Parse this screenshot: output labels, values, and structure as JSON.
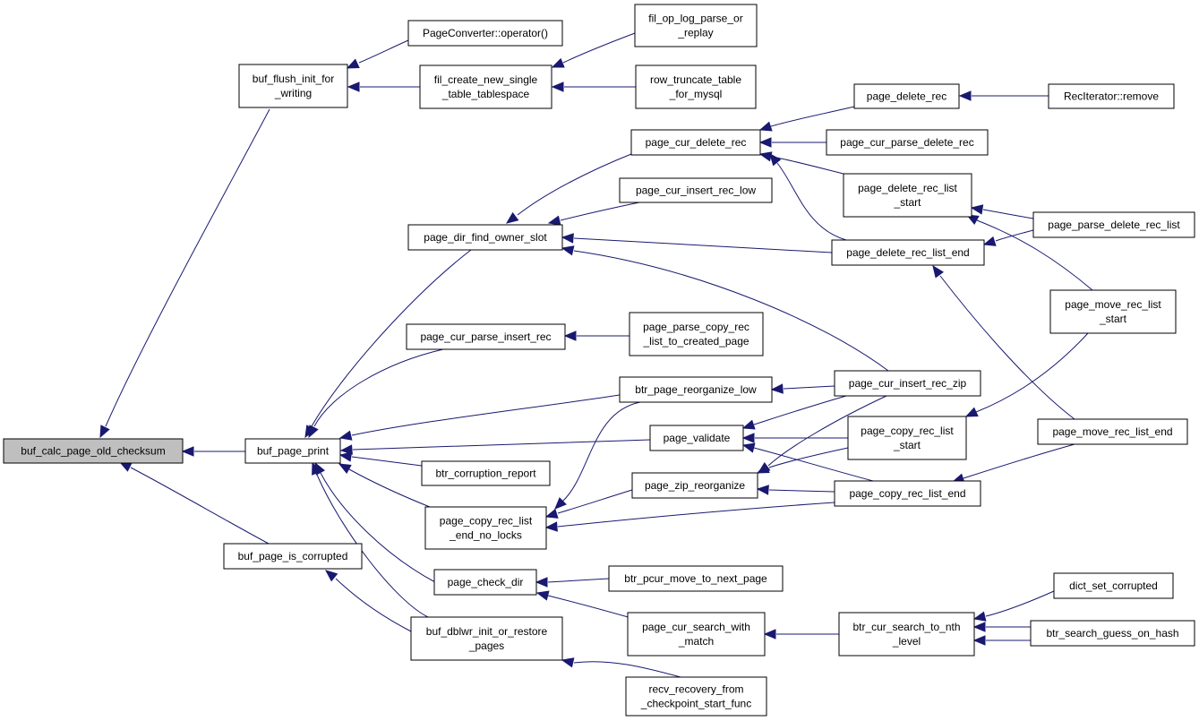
{
  "title": "",
  "colors": {
    "edge": "#191970",
    "root_fill": "#bfbfbf",
    "node_fill": "#ffffff",
    "node_border": "#000000"
  },
  "nodes": [
    {
      "id": "root",
      "lines": [
        "buf_calc_page_old_checksum"
      ]
    },
    {
      "id": "flush_init",
      "lines": [
        "buf_flush_init_for",
        "_writing"
      ]
    },
    {
      "id": "page_print",
      "lines": [
        "buf_page_print"
      ]
    },
    {
      "id": "is_corrupted",
      "lines": [
        "buf_page_is_corrupted"
      ]
    },
    {
      "id": "page_converter",
      "lines": [
        "PageConverter::operator()"
      ]
    },
    {
      "id": "fil_create",
      "lines": [
        "fil_create_new_single",
        "_table_tablespace"
      ]
    },
    {
      "id": "fil_op_log",
      "lines": [
        "fil_op_log_parse_or",
        "_replay"
      ]
    },
    {
      "id": "row_truncate",
      "lines": [
        "row_truncate_table",
        "_for_mysql"
      ]
    },
    {
      "id": "dir_find_owner",
      "lines": [
        "page_dir_find_owner_slot"
      ]
    },
    {
      "id": "cur_delete_rec",
      "lines": [
        "page_cur_delete_rec"
      ]
    },
    {
      "id": "cur_insert_low",
      "lines": [
        "page_cur_insert_rec_low"
      ]
    },
    {
      "id": "page_delete_rec",
      "lines": [
        "page_delete_rec"
      ]
    },
    {
      "id": "rec_iter_remove",
      "lines": [
        "RecIterator::remove"
      ]
    },
    {
      "id": "cur_parse_delete",
      "lines": [
        "page_cur_parse_delete_rec"
      ]
    },
    {
      "id": "delete_list_start",
      "lines": [
        "page_delete_rec_list",
        "_start"
      ]
    },
    {
      "id": "delete_list_end",
      "lines": [
        "page_delete_rec_list_end"
      ]
    },
    {
      "id": "parse_delete_list",
      "lines": [
        "page_parse_delete_rec_list"
      ]
    },
    {
      "id": "move_list_start",
      "lines": [
        "page_move_rec_list",
        "_start"
      ]
    },
    {
      "id": "cur_parse_insert",
      "lines": [
        "page_cur_parse_insert_rec"
      ]
    },
    {
      "id": "parse_copy",
      "lines": [
        "page_parse_copy_rec",
        "_list_to_created_page"
      ]
    },
    {
      "id": "reorganize_low",
      "lines": [
        "btr_page_reorganize_low"
      ]
    },
    {
      "id": "cur_insert_zip",
      "lines": [
        "page_cur_insert_rec_zip"
      ]
    },
    {
      "id": "validate",
      "lines": [
        "page_validate"
      ]
    },
    {
      "id": "copy_list_start",
      "lines": [
        "page_copy_rec_list",
        "_start"
      ]
    },
    {
      "id": "move_list_end",
      "lines": [
        "page_move_rec_list_end"
      ]
    },
    {
      "id": "corruption_report",
      "lines": [
        "btr_corruption_report"
      ]
    },
    {
      "id": "zip_reorganize",
      "lines": [
        "page_zip_reorganize"
      ]
    },
    {
      "id": "copy_list_end",
      "lines": [
        "page_copy_rec_list_end"
      ]
    },
    {
      "id": "copy_end_no_locks",
      "lines": [
        "page_copy_rec_list",
        "_end_no_locks"
      ]
    },
    {
      "id": "check_dir",
      "lines": [
        "page_check_dir"
      ]
    },
    {
      "id": "pcur_move_next",
      "lines": [
        "btr_pcur_move_to_next_page"
      ]
    },
    {
      "id": "cur_search_with",
      "lines": [
        "page_cur_search_with",
        "_match"
      ]
    },
    {
      "id": "search_nth",
      "lines": [
        "btr_cur_search_to_nth",
        "_level"
      ]
    },
    {
      "id": "dict_set_corrupted",
      "lines": [
        "dict_set_corrupted"
      ]
    },
    {
      "id": "guess_on_hash",
      "lines": [
        "btr_search_guess_on_hash"
      ]
    },
    {
      "id": "dblwr",
      "lines": [
        "buf_dblwr_init_or_restore",
        "_pages"
      ]
    },
    {
      "id": "recv_recovery",
      "lines": [
        "recv_recovery_from",
        "_checkpoint_start_func"
      ]
    }
  ]
}
